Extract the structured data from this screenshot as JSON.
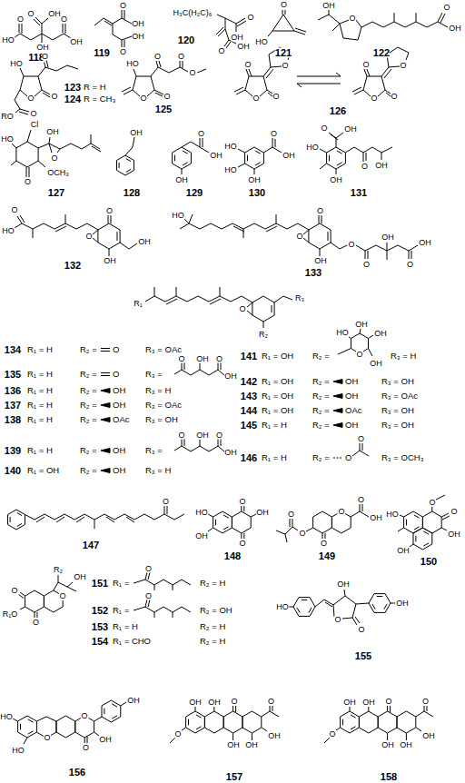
{
  "diagram": {
    "labels": [
      "HO",
      "O",
      "OH",
      "O",
      "OH",
      "O",
      "OH",
      "118",
      "O",
      "OH",
      "OH",
      "O",
      "119",
      "H₃C(H₂C)₆",
      "O",
      "OH",
      "O",
      "OH",
      "120",
      "O",
      "HO",
      "121",
      "OH",
      "O",
      "O",
      "OH",
      "122",
      "HO",
      "O",
      "O",
      "O",
      "O",
      "RO",
      "123",
      "R = H",
      "124",
      "R = CH₃",
      "HO",
      "O",
      "O",
      "O",
      "O",
      "O",
      "125",
      "O",
      "O",
      "O",
      "O",
      "O",
      "O",
      "O",
      "O",
      "126",
      "Cl",
      "HO",
      "O",
      "OH",
      "O",
      "OCH₃",
      "127",
      "OH",
      "128",
      "OH",
      "O",
      "OH",
      "129",
      "HO",
      "HO",
      "OH",
      "O",
      "OH",
      "130",
      "O",
      "OH",
      "HO",
      "OH",
      "O",
      "OH",
      "131",
      "O",
      "OH",
      "OH",
      "O",
      "O",
      "HO",
      "132",
      "O",
      "OH",
      "O",
      "O",
      "O",
      "OH",
      "O",
      "OH",
      "HO",
      "133",
      "R₁",
      "O",
      "R₂",
      "R₃",
      "134",
      "R₁ = H",
      "R₂ =",
      "O",
      "R₃ = OAc",
      "135",
      "R₁ = H",
      "R₂ =",
      "O",
      "R₃ =",
      "O",
      "OH",
      "O",
      "OH",
      "136",
      "R₁ = H",
      "R₂ =",
      "OH",
      "R₃ = H",
      "137",
      "R₁ = H",
      "R₂ =",
      "OH",
      "R₃ = OAc",
      "138",
      "R₁ = H",
      "R₂ =",
      "OAc",
      "R₃ = OH",
      "139",
      "R₁ = H",
      "R₂ =",
      "OH",
      "R₃ =",
      "O",
      "OH",
      "O",
      "OH",
      "140",
      "R₁ = OH",
      "R₂ =",
      "OH",
      "R₃ = H",
      "141",
      "R₁ = OH",
      "R₂ =",
      "O",
      "HO",
      "OH",
      "OH",
      "OH",
      "R₃ = H",
      "142",
      "R₁ = OH",
      "R₂ =",
      "OH",
      "R₃ = OH",
      "143",
      "R₁ = OH",
      "R₂ =",
      "OH",
      "R₃ = OAc",
      "144",
      "R₁ = OH",
      "R₂ =",
      "OAc",
      "R₃ = OH",
      "145",
      "R₁ = H",
      "R₂ =",
      "OH",
      "R₃ = OH",
      "146",
      "R₁ = H",
      "R₂ =",
      "O",
      "O",
      "R₃ = OCH₃",
      "O",
      "147",
      "O",
      "O",
      "OH",
      "HO",
      "OH",
      "148",
      "O",
      "O",
      "OH",
      "O",
      "O",
      "O",
      "149",
      "O",
      "O",
      "HO",
      "OH",
      "OH",
      "150",
      "O",
      "R₁O",
      "O",
      "O",
      "R₂",
      "OH",
      "151",
      "R₁ =",
      "O",
      "R₂ = H",
      "152",
      "R₁ =",
      "O",
      "R₂ = OH",
      "153",
      "R₁ = H",
      "R₂ = H",
      "154",
      "R₁ = CHO",
      "R₂ = H",
      "HO",
      "O",
      "O",
      "OH",
      "OH",
      "155",
      "HO",
      "HO",
      "O",
      "O",
      "O",
      "OH",
      "OH",
      "156",
      "OH",
      "OH",
      "O",
      "O",
      "OH",
      "OH",
      "OH",
      "O",
      "157",
      "OH",
      "OH",
      "O",
      "O",
      "OH",
      "OH",
      "OH",
      "O",
      "158"
    ]
  }
}
